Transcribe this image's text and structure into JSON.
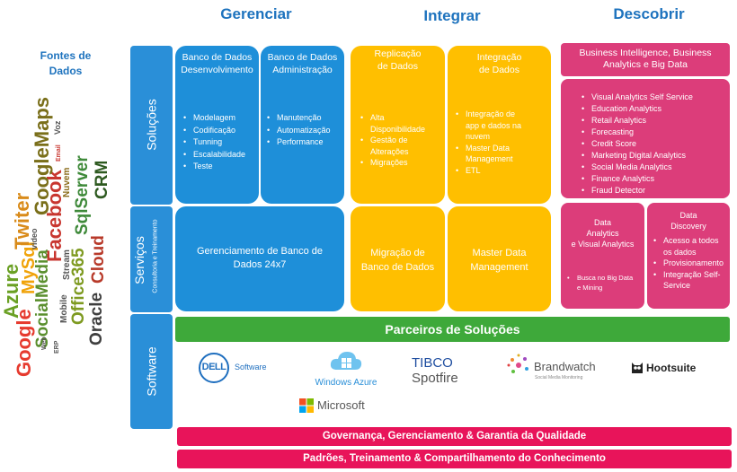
{
  "headers": {
    "gerenciar": "Gerenciar",
    "integrar": "Integrar",
    "descobrir": "Descobrir"
  },
  "sources": {
    "title_line1": "Fontes de",
    "title_line2": "Dados"
  },
  "wordcloud": {
    "google": "Google",
    "socialmedia": "SocialMedia",
    "azure": "Azure",
    "mysql": "MySql",
    "twiter": "Twiter",
    "facebook": "Facebook",
    "googlemaps": "GoogleMaps",
    "office365": "Office365",
    "sqlserver": "SqlServer",
    "oracle": "Oracle",
    "cloud": "Cloud",
    "crm": "CRM",
    "nuvem": "Nuvem",
    "stream": "Stream",
    "mobile": "Mobile",
    "video": "video",
    "voz": "Voz",
    "web": "Web",
    "email": "Email",
    "erp": "ERP"
  },
  "rows": {
    "solucoes": "Soluções",
    "servicos": "Serviços",
    "servicos_sub": "Consultoria e Treinamento",
    "software": "Software"
  },
  "gerenciar": {
    "dev": {
      "title_line1": "Banco de Dados",
      "title_line2": "Desenvolvimento",
      "items": [
        "Modelagem",
        "Codificação",
        "Tunning",
        "Escalabilidade",
        "Teste"
      ]
    },
    "admin": {
      "title_line1": "Banco de Dados",
      "title_line2": "Administração",
      "items": [
        "Manutenção",
        "Automatização",
        "Performance"
      ]
    },
    "service_line1": "Gerenciamento de Banco de",
    "service_line2": "Dados 24x7"
  },
  "integrar": {
    "replicacao": {
      "title_line1": "Replicação",
      "title_line2": "de Dados",
      "items": [
        "Alta Disponibilidade",
        "Gestão de Alterações",
        "Migrações"
      ]
    },
    "integracao": {
      "title_line1": "Integração",
      "title_line2": "de Dados",
      "items": [
        "Integração de app e dados na nuvem",
        "Master Data Management",
        "ETL"
      ]
    },
    "migracao_line1": "Migração de",
    "migracao_line2": "Banco de Dados",
    "mdm_line1": "Master Data",
    "mdm_line2": "Management"
  },
  "descobrir": {
    "bi_line1": "Business Intelligence, Business",
    "bi_line2": "Analytics e Big Data",
    "items": [
      "Visual Analytics Self Service",
      "Education Analytics",
      "Retail Analytics",
      "Forecasting",
      "Credit Score",
      "Marketing Digital Analytics",
      "Social Media Analytics",
      "Finance Analytics",
      "Fraud Detector"
    ],
    "da": {
      "title_line1": "Data",
      "title_line2": "Analytics",
      "title_line3": "e Visual Analytics",
      "items": [
        "Busca no Big Data  e Mining"
      ]
    },
    "dd": {
      "title_line1": "Data",
      "title_line2": "Discovery",
      "items": [
        "Acesso a todos os dados",
        "Provisionamento",
        "Integração Self-Service"
      ]
    }
  },
  "partners": {
    "title": "Parceiros de Soluções",
    "dell": "DELL",
    "dell_software": "Software",
    "windows_azure": "Windows Azure",
    "tibco": "TIBCO",
    "spotfire": "Spotfire",
    "brandwatch": "Brandwatch",
    "brandwatch_tag": "Social Media Monitoring",
    "hootsuite": "Hootsuite",
    "microsoft": "Microsoft"
  },
  "bottom": {
    "governanca": "Governança, Gerenciamento &  Garantia da Qualidade",
    "padroes": "Padrões, Treinamento & Compartilhamento do Conhecimento"
  },
  "colors": {
    "blue": "#1e8fd9",
    "yellow": "#ffbf00",
    "pink": "#dc3d7a",
    "green": "#3ea93a",
    "red": "#e8145a",
    "header": "#1e73be"
  }
}
